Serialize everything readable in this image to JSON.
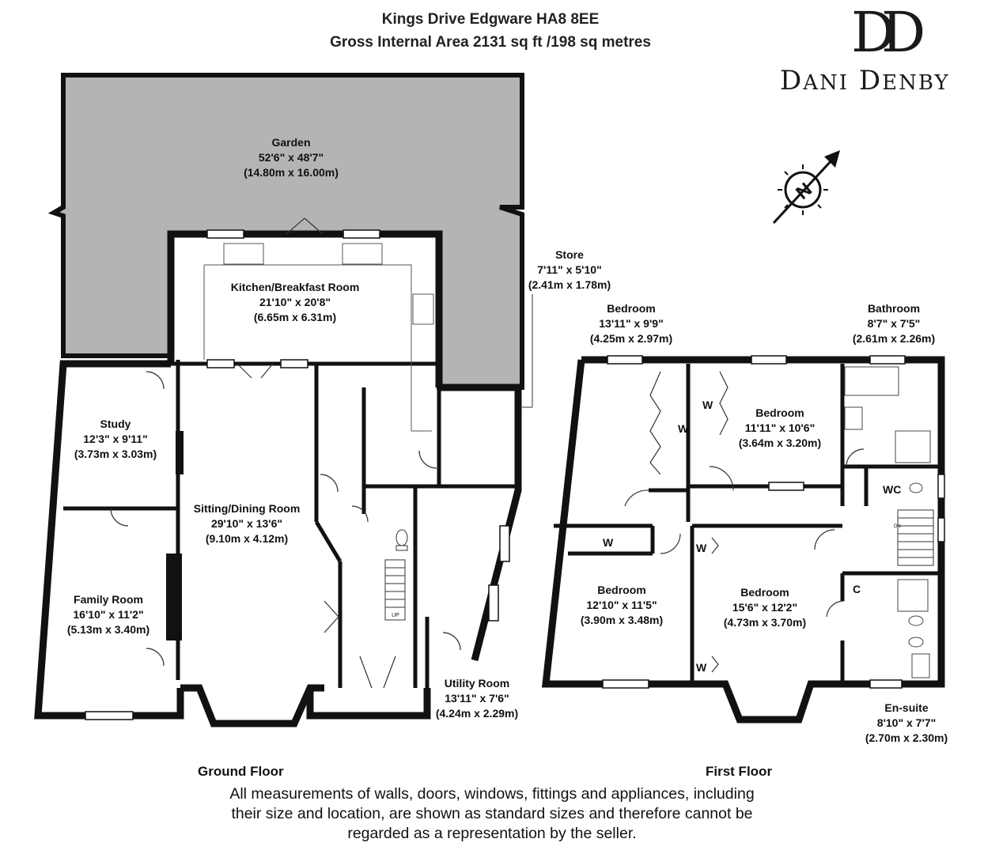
{
  "header": {
    "address": "Kings Drive Edgware HA8 8EE",
    "area": "Gross Internal Area 2131 sq ft /198 sq metres"
  },
  "brand": {
    "monogram": "DD",
    "name_first_initial": "D",
    "name_first_rest": "ANI",
    "name_last_initial": "D",
    "name_last_rest": "ENBY"
  },
  "compass": {
    "letter": "N",
    "icon": "compass-north-arrow"
  },
  "ground_floor": {
    "label": "Ground Floor",
    "rooms": [
      {
        "name": "Garden",
        "imperial": "52'6\" x 48'7\"",
        "metric": "(14.80m x 16.00m)"
      },
      {
        "name": "Kitchen/Breakfast Room",
        "imperial": "21'10\" x 20'8\"",
        "metric": "(6.65m x 6.31m)"
      },
      {
        "name": "Store",
        "imperial": "7'11\" x 5'10\"",
        "metric": "(2.41m x 1.78m)"
      },
      {
        "name": "Study",
        "imperial": "12'3\" x 9'11\"",
        "metric": "(3.73m x 3.03m)"
      },
      {
        "name": "Sitting/Dining Room",
        "imperial": "29'10\" x 13'6\"",
        "metric": "(9.10m x 4.12m)"
      },
      {
        "name": "Family Room",
        "imperial": "16'10\" x 11'2\"",
        "metric": "(5.13m x 3.40m)"
      },
      {
        "name": "Utility Room",
        "imperial": "13'11\" x 7'6\"",
        "metric": "(4.24m x 2.29m)"
      }
    ],
    "stair_label": "UP"
  },
  "first_floor": {
    "label": "First Floor",
    "rooms": [
      {
        "name": "Bedroom",
        "imperial": "13'11\" x 9'9\"",
        "metric": "(4.25m x 2.97m)"
      },
      {
        "name": "Bathroom",
        "imperial": "8'7\" x 7'5\"",
        "metric": "(2.61m x 2.26m)"
      },
      {
        "name": "Bedroom",
        "imperial": "11'11\" x 10'6\"",
        "metric": "(3.64m x 3.20m)"
      },
      {
        "name": "Bedroom",
        "imperial": "12'10\" x 11'5\"",
        "metric": "(3.90m x 3.48m)"
      },
      {
        "name": "Bedroom",
        "imperial": "15'6\" x 12'2\"",
        "metric": "(4.73m x 3.70m)"
      },
      {
        "name": "En-suite",
        "imperial": "8'10\" x 7'7\"",
        "metric": "(2.70m x 2.30m)"
      }
    ],
    "small_labels": {
      "wardrobe": "W",
      "wc": "WC",
      "cupboard": "C",
      "stair": "DN"
    }
  },
  "disclaimer": [
    "All measurements of walls, doors, windows, fittings and appliances, including",
    "their size and location, are shown as standard sizes and therefore cannot be",
    "regarded as a representation by the seller."
  ],
  "colors": {
    "wall": "#111111",
    "garden": "#b4b4b4",
    "background": "#ffffff"
  }
}
